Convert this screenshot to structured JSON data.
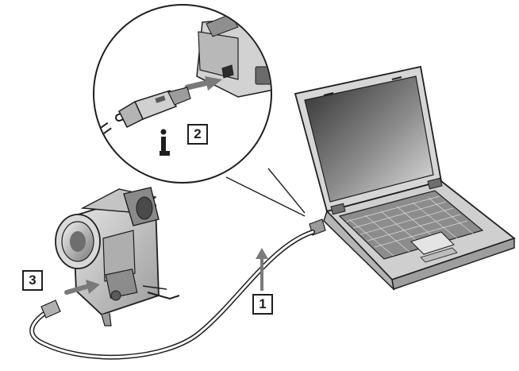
{
  "callouts": {
    "label_1": "1",
    "label_2": "2",
    "label_3": "3"
  },
  "icons": {
    "port_icon": "i.LINK-icon"
  },
  "colors": {
    "outline": "#1e1e1e",
    "body_gray": "#c8c8c8",
    "dark_gray": "#5a5a5a",
    "screen_dark": "#3a3a3a",
    "screen_light": "#d9d9d9",
    "background": "#ffffff"
  }
}
